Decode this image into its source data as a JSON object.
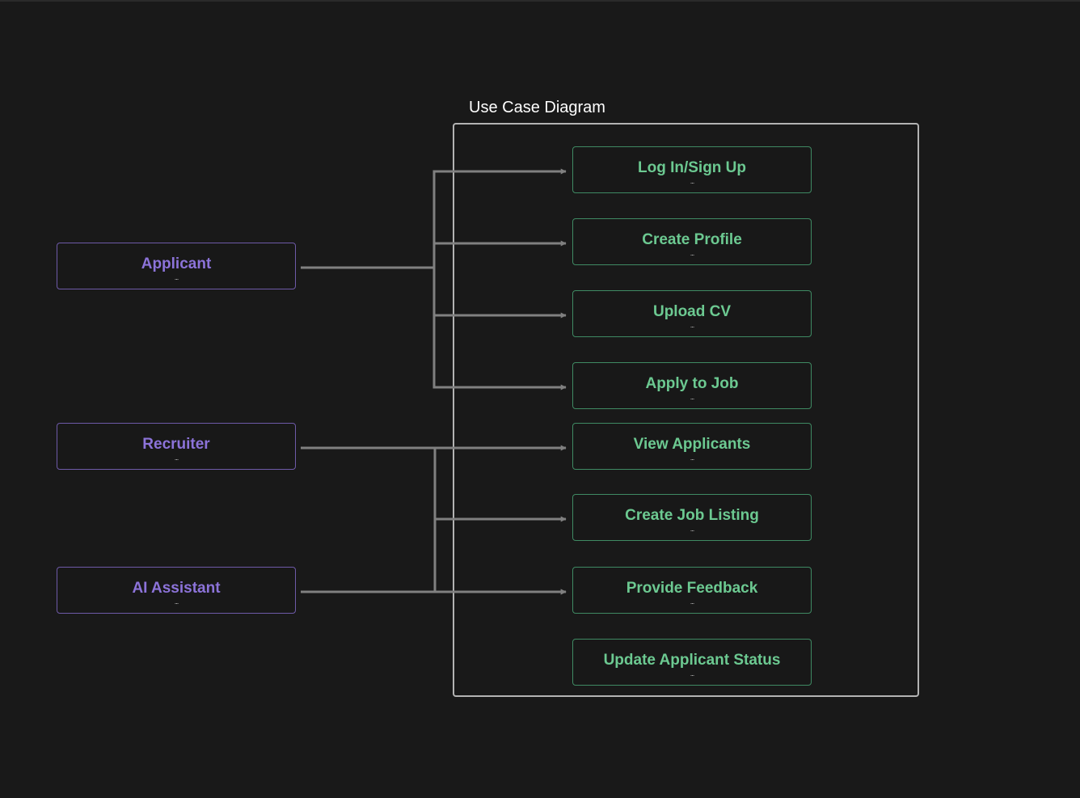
{
  "diagram": {
    "title": "Use Case Diagram",
    "colors": {
      "background": "#191919",
      "actor_text": "#8c73d9",
      "actor_border": "#6e5aa8",
      "usecase_text": "#6cc991",
      "usecase_border": "#3f8a63",
      "edge": "#808080",
      "boundary": "#b3b3b3"
    },
    "actors": [
      {
        "id": "applicant",
        "label": "Applicant",
        "more": "..."
      },
      {
        "id": "recruiter",
        "label": "Recruiter",
        "more": "..."
      },
      {
        "id": "ai_assistant",
        "label": "AI Assistant",
        "more": "..."
      }
    ],
    "use_cases": [
      {
        "id": "login",
        "label": "Log In/Sign Up",
        "more": "..."
      },
      {
        "id": "create_profile",
        "label": "Create Profile",
        "more": "..."
      },
      {
        "id": "upload_cv",
        "label": "Upload CV",
        "more": "..."
      },
      {
        "id": "apply_job",
        "label": "Apply to Job",
        "more": "..."
      },
      {
        "id": "view_applicants",
        "label": "View Applicants",
        "more": "..."
      },
      {
        "id": "create_listing",
        "label": "Create Job Listing",
        "more": "..."
      },
      {
        "id": "provide_feedback",
        "label": "Provide Feedback",
        "more": "..."
      },
      {
        "id": "update_status",
        "label": "Update Applicant Status",
        "more": "..."
      }
    ],
    "edges": [
      {
        "from": "applicant",
        "to": "login"
      },
      {
        "from": "applicant",
        "to": "create_profile"
      },
      {
        "from": "applicant",
        "to": "upload_cv"
      },
      {
        "from": "applicant",
        "to": "apply_job"
      },
      {
        "from": "recruiter",
        "to": "view_applicants"
      },
      {
        "from": "recruiter",
        "to": "create_listing"
      },
      {
        "from": "recruiter",
        "to": "provide_feedback"
      },
      {
        "from": "ai_assistant",
        "to": "provide_feedback"
      }
    ]
  }
}
